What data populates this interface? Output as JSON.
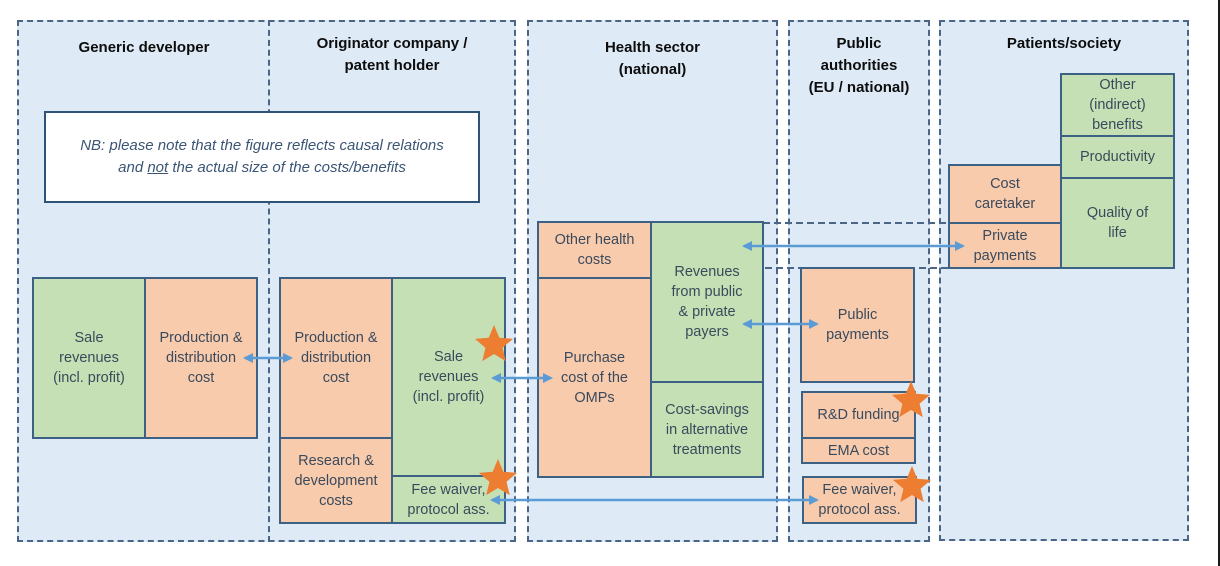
{
  "colors": {
    "panel": "#deebf7",
    "benefit_green": "#c5e0b4",
    "cost_orange": "#f8cbad",
    "border": "#3d6185",
    "arrow": "#5b9bd5",
    "star": "#ed7d31"
  },
  "columns": {
    "generic": {
      "title": "Generic developer"
    },
    "originator": {
      "title": "Originator company /\npatent holder"
    },
    "health": {
      "title": "Health sector\n(national)"
    },
    "public": {
      "title": "Public\nauthorities\n(EU / national)"
    },
    "patients": {
      "title": "Patients/society"
    }
  },
  "note": {
    "line1": "NB: please note that the figure reflects causal relations",
    "line2_prefix": "and ",
    "line2_emph": "not",
    "line2_suffix": " the actual size of the costs/benefits"
  },
  "boxes": {
    "generic_sale": {
      "label": "Sale\nrevenues\n(incl. profit)",
      "type": "benefit"
    },
    "generic_prod": {
      "label": "Production &\ndistribution\ncost",
      "type": "cost"
    },
    "orig_prod": {
      "label": "Production &\ndistribution\ncost",
      "type": "cost"
    },
    "orig_rd": {
      "label": "Research &\ndevelopment\ncosts",
      "type": "cost"
    },
    "orig_sale": {
      "label": "Sale\nrevenues\n(incl. profit)",
      "type": "benefit"
    },
    "orig_fee": {
      "label": "Fee waiver,\nprotocol ass.",
      "type": "benefit"
    },
    "health_other": {
      "label": "Other health\ncosts",
      "type": "cost"
    },
    "health_purchase": {
      "label": "Purchase\ncost of the\nOMPs",
      "type": "cost"
    },
    "health_revenues": {
      "label": "Revenues\nfrom public\n& private\npayers",
      "type": "benefit"
    },
    "health_savings": {
      "label": "Cost-savings\nin alternative\ntreatments",
      "type": "benefit"
    },
    "public_payments": {
      "label": "Public\npayments",
      "type": "cost"
    },
    "public_rd": {
      "label": "R&D funding",
      "type": "cost"
    },
    "public_ema": {
      "label": "EMA cost",
      "type": "cost"
    },
    "public_fee": {
      "label": "Fee waiver,\nprotocol ass.",
      "type": "cost"
    },
    "pat_caretaker": {
      "label": "Cost\ncaretaker",
      "type": "cost"
    },
    "pat_private": {
      "label": "Private\npayments",
      "type": "cost"
    },
    "pat_other": {
      "label": "Other\n(indirect)\nbenefits",
      "type": "benefit"
    },
    "pat_productivity": {
      "label": "Productivity",
      "type": "benefit"
    },
    "pat_qol": {
      "label": "Quality of\nlife",
      "type": "benefit"
    }
  },
  "arrows": [
    {
      "from": "generic_prod",
      "to": "orig_prod",
      "direction": "both"
    },
    {
      "from": "orig_sale",
      "to": "health_purchase",
      "direction": "both"
    },
    {
      "from": "health_revenues",
      "to": "public_payments",
      "direction": "both"
    },
    {
      "from": "health_revenues",
      "to": "pat_private",
      "direction": "both"
    },
    {
      "from": "orig_fee",
      "to": "public_fee",
      "direction": "both"
    }
  ],
  "stars": [
    {
      "attached_to": "orig_sale",
      "icon": "star-icon"
    },
    {
      "attached_to": "orig_fee",
      "icon": "star-icon"
    },
    {
      "attached_to": "public_rd",
      "icon": "star-icon"
    },
    {
      "attached_to": "public_fee",
      "icon": "star-icon"
    }
  ]
}
